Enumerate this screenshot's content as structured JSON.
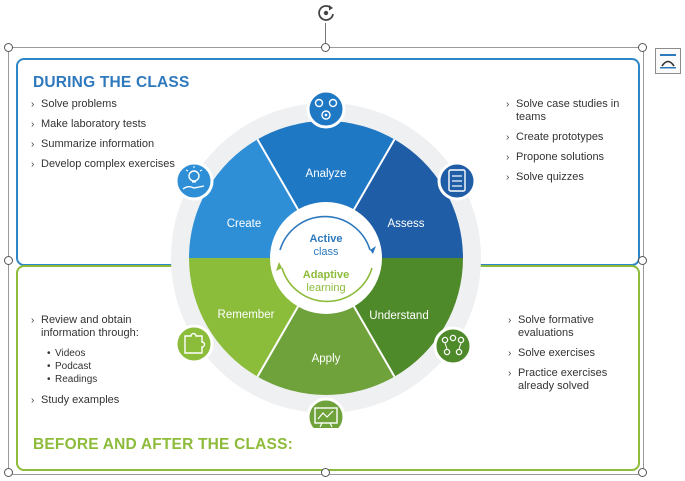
{
  "during": {
    "title": "DURING THE CLASS",
    "left_items": [
      "Solve problems",
      "Make laboratory tests",
      "Summarize information",
      "Develop complex exercises"
    ],
    "right_items": [
      "Solve case studies in teams",
      "Create prototypes",
      "Propone solutions",
      "Solve quizzes"
    ]
  },
  "before_after": {
    "title": "BEFORE AND AFTER THE CLASS:",
    "left_intro": "Review and obtain information through:",
    "sub_items": [
      "Videos",
      "Podcast",
      "Readings"
    ],
    "left_extra": "Study examples",
    "right_items": [
      "Solve formative evaluations",
      "Solve exercises",
      "Practice exercises already solved"
    ]
  },
  "wheel": {
    "wedges": [
      "Analyze",
      "Assess",
      "Understand",
      "Apply",
      "Remember",
      "Create"
    ],
    "center_top_1": "Active",
    "center_top_2": "class",
    "center_bot_1": "Adaptive",
    "center_bot_2": "learning"
  },
  "icons": {
    "analyze": "team-gear-icon",
    "assess": "checklist-icon",
    "understand": "network-people-icon",
    "apply": "whiteboard-icon",
    "remember": "puzzle-icon",
    "create": "lightbulb-hand-icon"
  },
  "colors": {
    "blue_border": "#2e86c8",
    "green_border": "#8dbb3a",
    "blue_title": "#2e79bd",
    "analyze": "#1f78c4",
    "assess": "#1f5ea6",
    "create": "#2f8fd6",
    "understand": "#4f8a2a",
    "apply": "#6fa23a",
    "remember": "#8bbd3b"
  }
}
